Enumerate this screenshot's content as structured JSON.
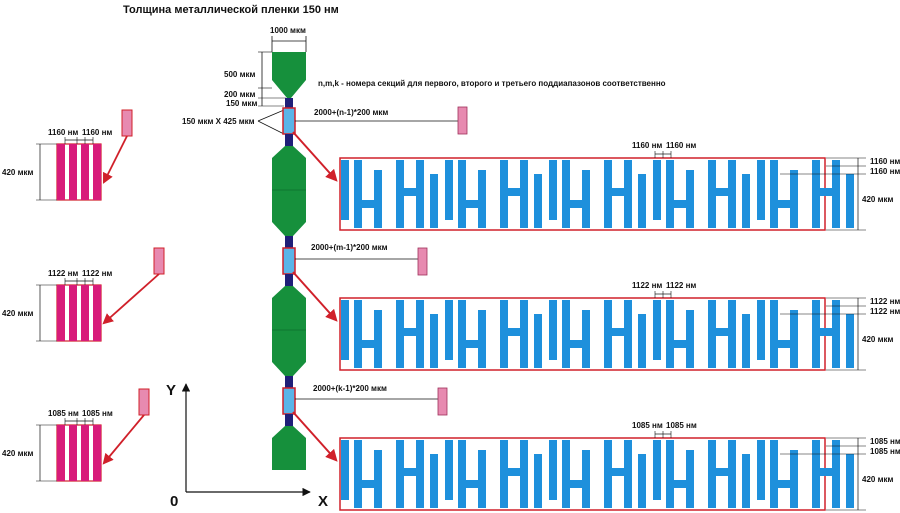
{
  "title": "Толщина металлической пленки 150 нм",
  "note": "n,m,k - номера секций для первого, второго и третьего поддиапазонов соответственно",
  "colors": {
    "pad": "#16903c",
    "neck": "#1f1f78",
    "stripe": "#1e90dc",
    "frame": "#d0202a",
    "magenta": "#d81b7a",
    "pink": "#e78ab0",
    "text": "#111111"
  },
  "pad_dims": {
    "width": "1000 мкм",
    "pad_length": "500 мкм",
    "taper": "200 мкм",
    "gap": "150 мкм",
    "section": "150 мкм X 425 мкм"
  },
  "axes": {
    "y": "Y",
    "x": "X",
    "origin": "0"
  },
  "subbands": [
    {
      "id": "n",
      "pitch_label": "2000+(n-1)*200 мкм",
      "stripe_w_label": "1160 нм",
      "gap_label": "1160 нм",
      "height_label": "420 мкм",
      "right_top_label": "1160 нм",
      "right_mid_label": "1160 нм",
      "right_h_label": "420 мкм"
    },
    {
      "id": "m",
      "pitch_label": "2000+(m-1)*200 мкм",
      "stripe_w_label": "1122 нм",
      "gap_label": "1122 нм",
      "height_label": "420 мкм",
      "right_top_label": "1122 нм",
      "right_mid_label": "1122 нм",
      "right_h_label": "420 мкм"
    },
    {
      "id": "k",
      "pitch_label": "2000+(k-1)*200 мкм",
      "stripe_w_label": "1085 нм",
      "gap_label": "1085 нм",
      "height_label": "420 мкм",
      "right_top_label": "1085 нм",
      "right_mid_label": "1085 нм",
      "right_h_label": "420 мкм"
    }
  ]
}
